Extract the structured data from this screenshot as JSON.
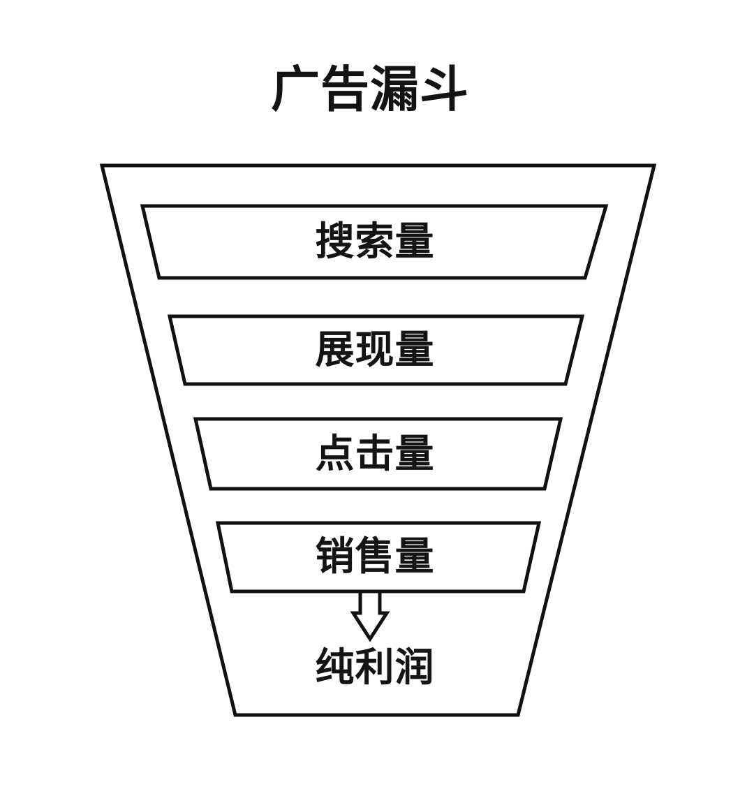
{
  "title": "广告漏斗",
  "chart_data": {
    "type": "funnel",
    "title": "广告漏斗",
    "stages": [
      {
        "label": "搜索量"
      },
      {
        "label": "展现量"
      },
      {
        "label": "点击量"
      },
      {
        "label": "销售量"
      }
    ],
    "outcome": {
      "label": "纯利润",
      "connector": "down-arrow"
    },
    "orientation": "vertical",
    "style": {
      "fill": "#ffffff",
      "stroke": "#111111",
      "background": "#ffffff",
      "text_color": "#141414"
    }
  },
  "shapes": {
    "outer_funnel_name": "funnel-outline",
    "arrow_name": "down-arrow-icon"
  }
}
